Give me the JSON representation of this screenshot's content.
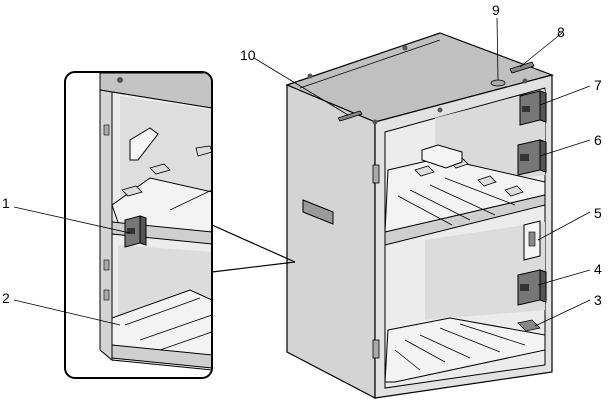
{
  "callouts": [
    {
      "id": "1",
      "label": "1"
    },
    {
      "id": "2",
      "label": "2"
    },
    {
      "id": "3",
      "label": "3"
    },
    {
      "id": "4",
      "label": "4"
    },
    {
      "id": "5",
      "label": "5"
    },
    {
      "id": "6",
      "label": "6"
    },
    {
      "id": "7",
      "label": "7"
    },
    {
      "id": "8",
      "label": "8"
    },
    {
      "id": "9",
      "label": "9"
    },
    {
      "id": "10",
      "label": "10"
    }
  ],
  "colors": {
    "cabinet_side": "#d4d4d4",
    "cabinet_top": "#bdbdbd",
    "interior": "#e9e9e9",
    "interior_dark": "#cfcfcf",
    "shelf": "#f2f2f2",
    "component": "#777777",
    "line": "#000000"
  }
}
